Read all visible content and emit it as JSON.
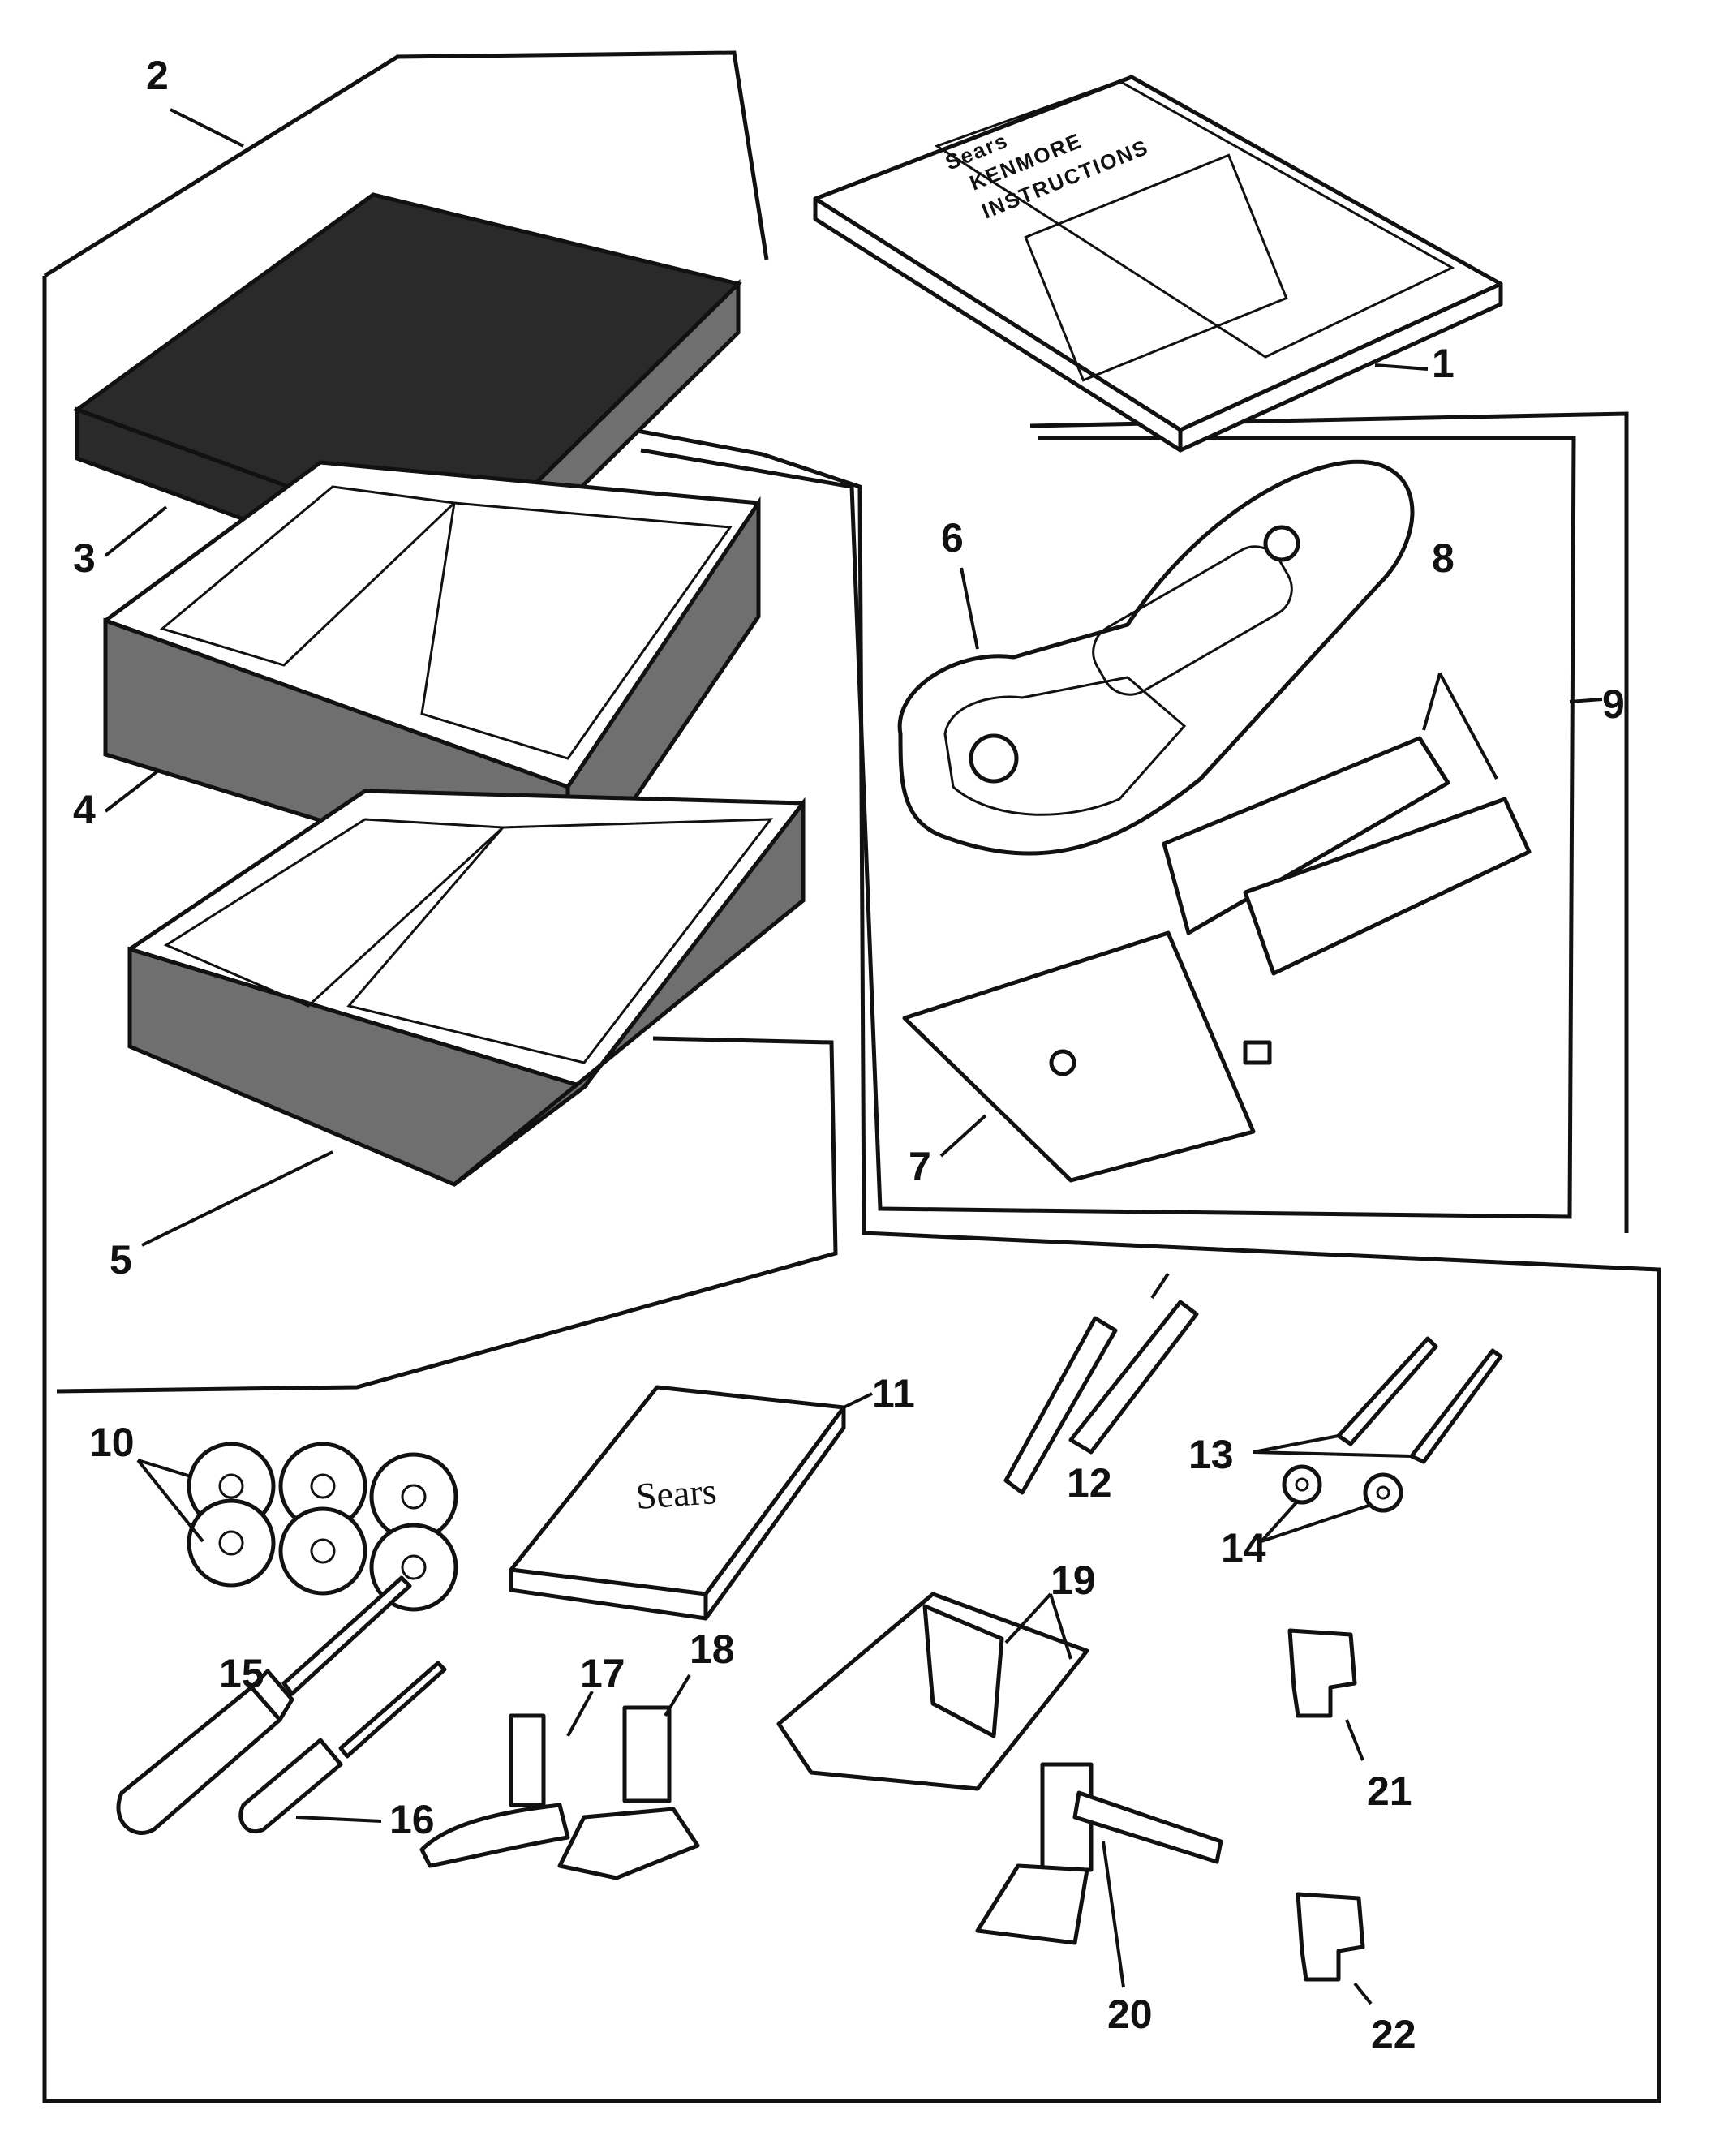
{
  "booklet": {
    "brand": "Sears",
    "title": "KENMORE",
    "subtitle": "INSTRUCTIONS"
  },
  "attachment_box_brand": "Sears",
  "callouts": [
    {
      "id": 1,
      "label": "1"
    },
    {
      "id": 2,
      "label": "2"
    },
    {
      "id": 3,
      "label": "3"
    },
    {
      "id": 4,
      "label": "4"
    },
    {
      "id": 5,
      "label": "5"
    },
    {
      "id": 6,
      "label": "6"
    },
    {
      "id": 7,
      "label": "7"
    },
    {
      "id": 8,
      "label": "8"
    },
    {
      "id": 9,
      "label": "9"
    },
    {
      "id": 10,
      "label": "10"
    },
    {
      "id": 11,
      "label": "11"
    },
    {
      "id": 12,
      "label": "12"
    },
    {
      "id": 13,
      "label": "13"
    },
    {
      "id": 14,
      "label": "14"
    },
    {
      "id": 15,
      "label": "15"
    },
    {
      "id": 16,
      "label": "16"
    },
    {
      "id": 17,
      "label": "17"
    },
    {
      "id": 18,
      "label": "18"
    },
    {
      "id": 19,
      "label": "19"
    },
    {
      "id": 20,
      "label": "20"
    },
    {
      "id": 21,
      "label": "21"
    },
    {
      "id": 22,
      "label": "22"
    }
  ]
}
